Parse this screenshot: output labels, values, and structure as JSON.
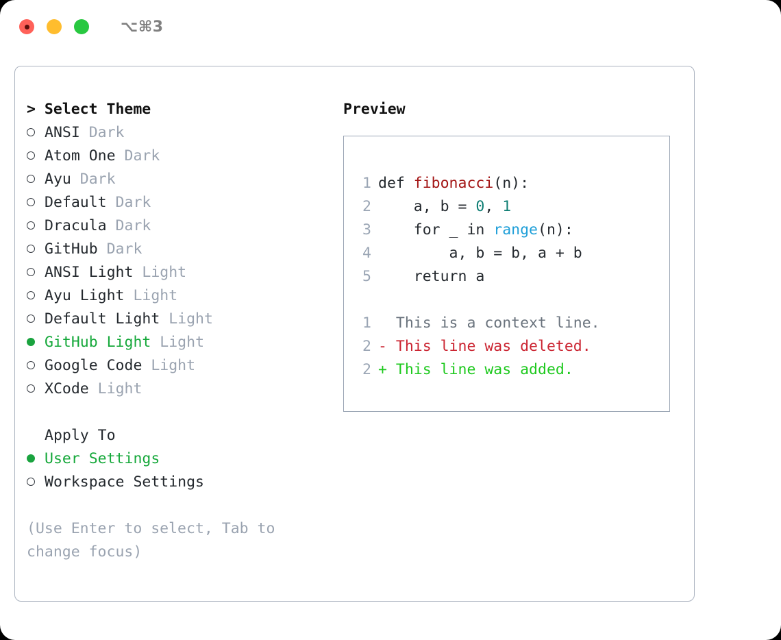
{
  "titlebar": {
    "lights": [
      "close-red",
      "minimize-amber",
      "maximize-green"
    ],
    "shortcut": "⌥⌘3"
  },
  "theme_picker": {
    "header": "> Select Theme",
    "themes": [
      {
        "marker": "o",
        "name": "ANSI",
        "suffix": "Dark",
        "selected": false
      },
      {
        "marker": "o",
        "name": "Atom One",
        "suffix": "Dark",
        "selected": false
      },
      {
        "marker": "o",
        "name": "Ayu",
        "suffix": "Dark",
        "selected": false
      },
      {
        "marker": "o",
        "name": "Default",
        "suffix": "Dark",
        "selected": false
      },
      {
        "marker": "o",
        "name": "Dracula",
        "suffix": "Dark",
        "selected": false
      },
      {
        "marker": "o",
        "name": "GitHub",
        "suffix": "Dark",
        "selected": false
      },
      {
        "marker": "o",
        "name": "ANSI Light",
        "suffix": "Light",
        "selected": false
      },
      {
        "marker": "o",
        "name": "Ayu Light",
        "suffix": "Light",
        "selected": false
      },
      {
        "marker": "o",
        "name": "Default Light",
        "suffix": "Light",
        "selected": false
      },
      {
        "marker": "●",
        "name": "GitHub Light",
        "suffix": "Light",
        "selected": true
      },
      {
        "marker": "o",
        "name": "Google Code",
        "suffix": "Light",
        "selected": false
      },
      {
        "marker": "o",
        "name": "XCode",
        "suffix": "Light",
        "selected": false
      }
    ]
  },
  "apply_to": {
    "label": "Apply To",
    "options": [
      {
        "marker": "●",
        "name": "User Settings",
        "selected": true
      },
      {
        "marker": "o",
        "name": "Workspace Settings",
        "selected": false
      }
    ]
  },
  "help_text": "(Use Enter to select, Tab to change focus)",
  "preview": {
    "title": "Preview",
    "code_lines": [
      {
        "no": "1",
        "segments": [
          {
            "text": "def ",
            "kind": "plain"
          },
          {
            "text": "fibonacci",
            "kind": "fn"
          },
          {
            "text": "(n):",
            "kind": "plain"
          }
        ]
      },
      {
        "no": "2",
        "segments": [
          {
            "text": "    a, b = ",
            "kind": "plain"
          },
          {
            "text": "0",
            "kind": "num"
          },
          {
            "text": ", ",
            "kind": "plain"
          },
          {
            "text": "1",
            "kind": "num"
          }
        ]
      },
      {
        "no": "3",
        "segments": [
          {
            "text": "    for _ in ",
            "kind": "plain"
          },
          {
            "text": "range",
            "kind": "call"
          },
          {
            "text": "(n):",
            "kind": "plain"
          }
        ]
      },
      {
        "no": "4",
        "segments": [
          {
            "text": "        a, b = b, a + b",
            "kind": "plain"
          }
        ]
      },
      {
        "no": "5",
        "segments": [
          {
            "text": "    return a",
            "kind": "plain"
          }
        ]
      }
    ],
    "diff_lines": [
      {
        "no": "1",
        "prefix": "  ",
        "text": "This is a context line.",
        "kind": "ctx"
      },
      {
        "no": "2",
        "prefix": "- ",
        "text": "This line was deleted.",
        "kind": "del"
      },
      {
        "no": "2",
        "prefix": "+ ",
        "text": "This line was added.",
        "kind": "add"
      }
    ]
  },
  "colors": {
    "accent_green": "#15a83a",
    "muted": "#9aa3b0",
    "text": "#24292e",
    "border": "#aab2bf",
    "fn_red": "#a31515",
    "num_teal": "#0f7e74",
    "call_blue": "#1f9fd8",
    "diff_del": "#cb2431",
    "diff_add": "#1ec91e"
  }
}
